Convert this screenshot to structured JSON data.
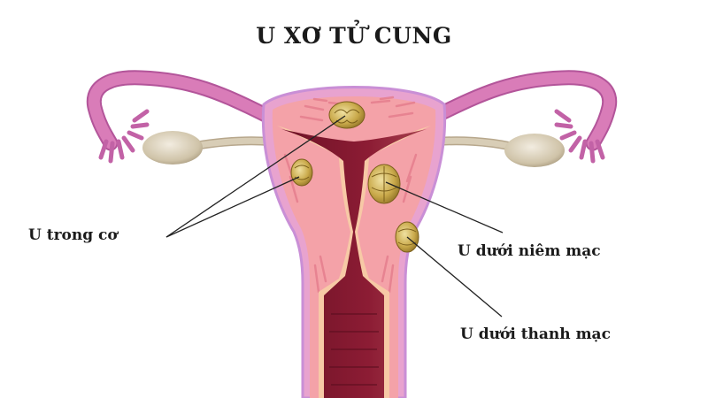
{
  "title": "U XƠ TỬ CUNG",
  "labels": {
    "intramural": "U trong cơ",
    "submucosal": "U dưới niêm mạc",
    "subserosal": "U dưới thanh mạc"
  },
  "colors": {
    "tube": "#d97cb8",
    "tube_dark": "#b3559a",
    "outer_wall": "#e8a3cf",
    "serosa": "#c98fd6",
    "myometrium": "#f4a2a8",
    "endometrium_edge": "#f7c9a6",
    "cavity": "#8c1c34",
    "cavity_dark": "#6e1226",
    "ovary": "#d8cdb6",
    "ligament": "#c9b9a0",
    "fibroid": "#c9a94a",
    "fibroid_dark": "#8a6d22",
    "leader_line": "#222222"
  }
}
